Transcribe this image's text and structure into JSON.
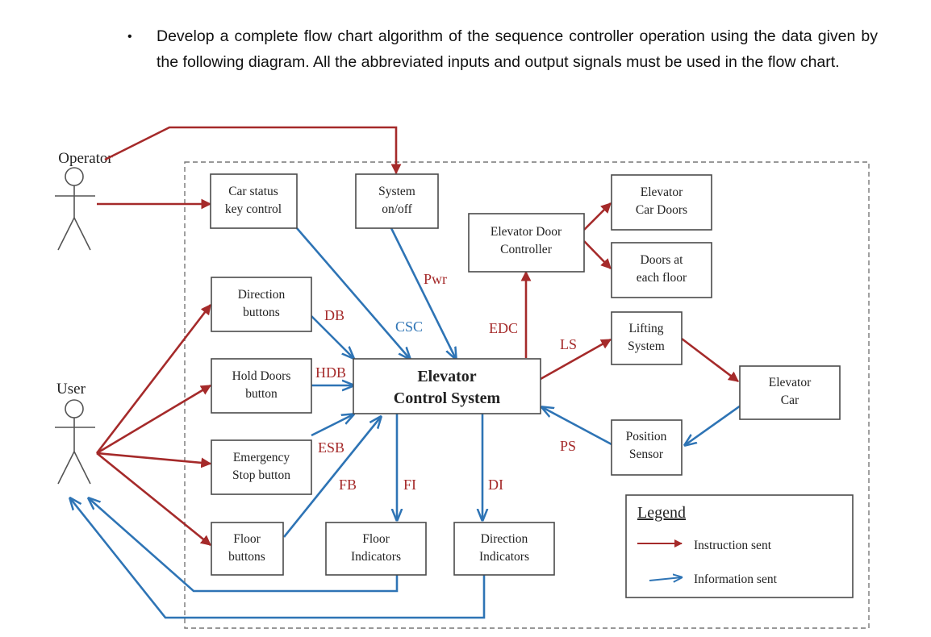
{
  "instruction": {
    "bullet": "•",
    "text": "Develop a complete flow chart algorithm of the sequence controller operation using the data given by the following diagram. All the abbreviated inputs and output signals must be used in the flow chart."
  },
  "colors": {
    "instruction_arrow": "#a52a2a",
    "information_arrow": "#2e74b5",
    "box_border": "#4a4a4a"
  },
  "actors": {
    "operator": "Operator",
    "user": "User"
  },
  "boxes": {
    "car_status": [
      "Car status",
      "key control"
    ],
    "system_onoff": [
      "System",
      "on/off"
    ],
    "door_controller": [
      "Elevator Door",
      "Controller"
    ],
    "car_doors": [
      "Elevator",
      "Car Doors"
    ],
    "floor_doors": [
      "Doors at",
      "each floor"
    ],
    "direction_buttons": [
      "Direction",
      "buttons"
    ],
    "lifting_system": [
      "Lifting",
      "System"
    ],
    "hold_doors": [
      "Hold Doors",
      "button"
    ],
    "control_system": [
      "Elevator",
      "Control System"
    ],
    "elevator_car": [
      "Elevator",
      "Car"
    ],
    "emergency_stop": [
      "Emergency",
      "Stop button"
    ],
    "position_sensor": [
      "Position",
      "Sensor"
    ],
    "floor_buttons": [
      "Floor",
      "buttons"
    ],
    "floor_indicators": [
      "Floor",
      "Indicators"
    ],
    "direction_indicators": [
      "Direction",
      "Indicators"
    ]
  },
  "signals": {
    "pwr": "Pwr",
    "db": "DB",
    "csc": "CSC",
    "edc": "EDC",
    "ls": "LS",
    "hdb": "HDB",
    "esb": "ESB",
    "ps": "PS",
    "fb": "FB",
    "fi": "FI",
    "di": "DI"
  },
  "legend": {
    "title": "Legend",
    "instruction": "Instruction sent",
    "information": "Information sent"
  }
}
